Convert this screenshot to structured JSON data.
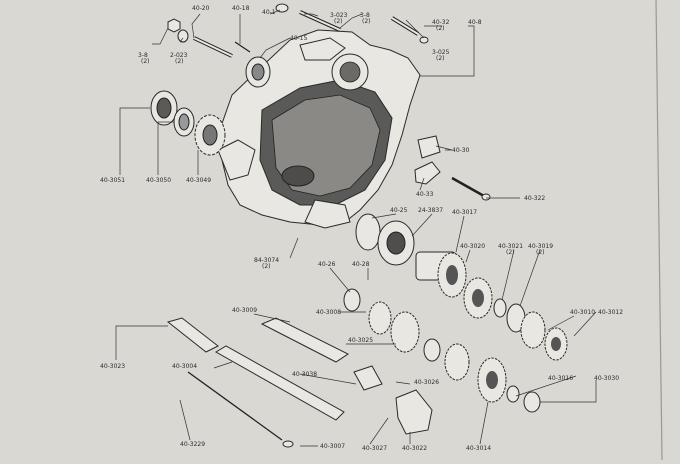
{
  "diagram": {
    "labels": [
      {
        "id": "l01",
        "text": "40-20"
      },
      {
        "id": "l02",
        "text": "40-18"
      },
      {
        "id": "l03",
        "text": "40-1"
      },
      {
        "id": "l04",
        "text": "3-8"
      },
      {
        "id": "l05",
        "text": "(2)"
      },
      {
        "id": "l06",
        "text": "2-023"
      },
      {
        "id": "l07",
        "text": "(2)"
      },
      {
        "id": "l08",
        "text": "40-15"
      },
      {
        "id": "l09",
        "text": "3-023"
      },
      {
        "id": "l10",
        "text": "(2)"
      },
      {
        "id": "l11",
        "text": "3-8"
      },
      {
        "id": "l12",
        "text": "(2)"
      },
      {
        "id": "l13",
        "text": "40-32"
      },
      {
        "id": "l14",
        "text": "(2)"
      },
      {
        "id": "l15",
        "text": "3-025"
      },
      {
        "id": "l16",
        "text": "(2)"
      },
      {
        "id": "l17",
        "text": "40-8"
      },
      {
        "id": "l18",
        "text": "40-3051"
      },
      {
        "id": "l19",
        "text": "40-3050"
      },
      {
        "id": "l20",
        "text": "40-3049"
      },
      {
        "id": "l21",
        "text": "40-30"
      },
      {
        "id": "l22",
        "text": "40-33"
      },
      {
        "id": "l23",
        "text": "40-322"
      },
      {
        "id": "l24",
        "text": "40-25"
      },
      {
        "id": "l25",
        "text": "24-3837"
      },
      {
        "id": "l26",
        "text": "40-3017"
      },
      {
        "id": "l27",
        "text": "40-3020"
      },
      {
        "id": "l28",
        "text": "40-3021"
      },
      {
        "id": "l29",
        "text": "(2)"
      },
      {
        "id": "l30",
        "text": "40-3019"
      },
      {
        "id": "l31",
        "text": "(2)"
      },
      {
        "id": "l32",
        "text": "84-3074"
      },
      {
        "id": "l33",
        "text": "(2)"
      },
      {
        "id": "l34",
        "text": "40-26"
      },
      {
        "id": "l35",
        "text": "40-28"
      },
      {
        "id": "l36",
        "text": "40-3009"
      },
      {
        "id": "l37",
        "text": "40-3010"
      },
      {
        "id": "l38",
        "text": "40-3012"
      },
      {
        "id": "l39",
        "text": "40-3023"
      },
      {
        "id": "l40",
        "text": "40-3008"
      },
      {
        "id": "l41",
        "text": "40-3025"
      },
      {
        "id": "l42",
        "text": "40-3004"
      },
      {
        "id": "l43",
        "text": "40-3016"
      },
      {
        "id": "l44",
        "text": "40-3030"
      },
      {
        "id": "l45",
        "text": "40-3026"
      },
      {
        "id": "l46",
        "text": "40-3229"
      },
      {
        "id": "l47",
        "text": "40-3007"
      },
      {
        "id": "l48",
        "text": "40-3027"
      },
      {
        "id": "l49",
        "text": "40-3022"
      },
      {
        "id": "l50",
        "text": "40-3014"
      }
    ]
  }
}
